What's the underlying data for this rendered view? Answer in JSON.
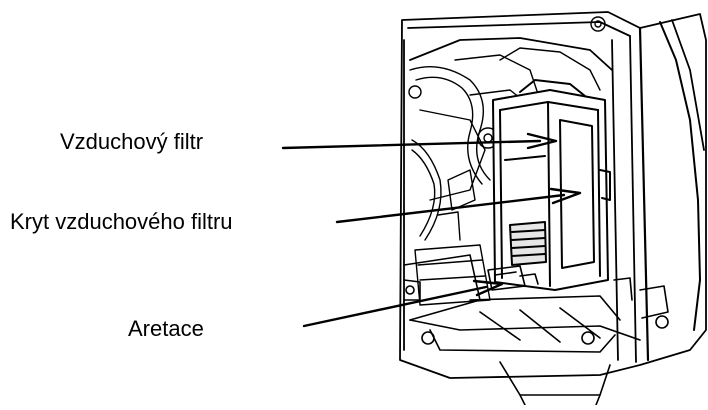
{
  "figure": {
    "callouts": [
      {
        "id": "air_filter",
        "label": "Vzduchový filtr"
      },
      {
        "id": "filter_cover",
        "label": "Kryt vzduchového filtru"
      },
      {
        "id": "latch",
        "label": "Aretace"
      }
    ]
  },
  "colors": {
    "line": "#000000",
    "background": "#ffffff",
    "shade": "#e6e6e6"
  }
}
